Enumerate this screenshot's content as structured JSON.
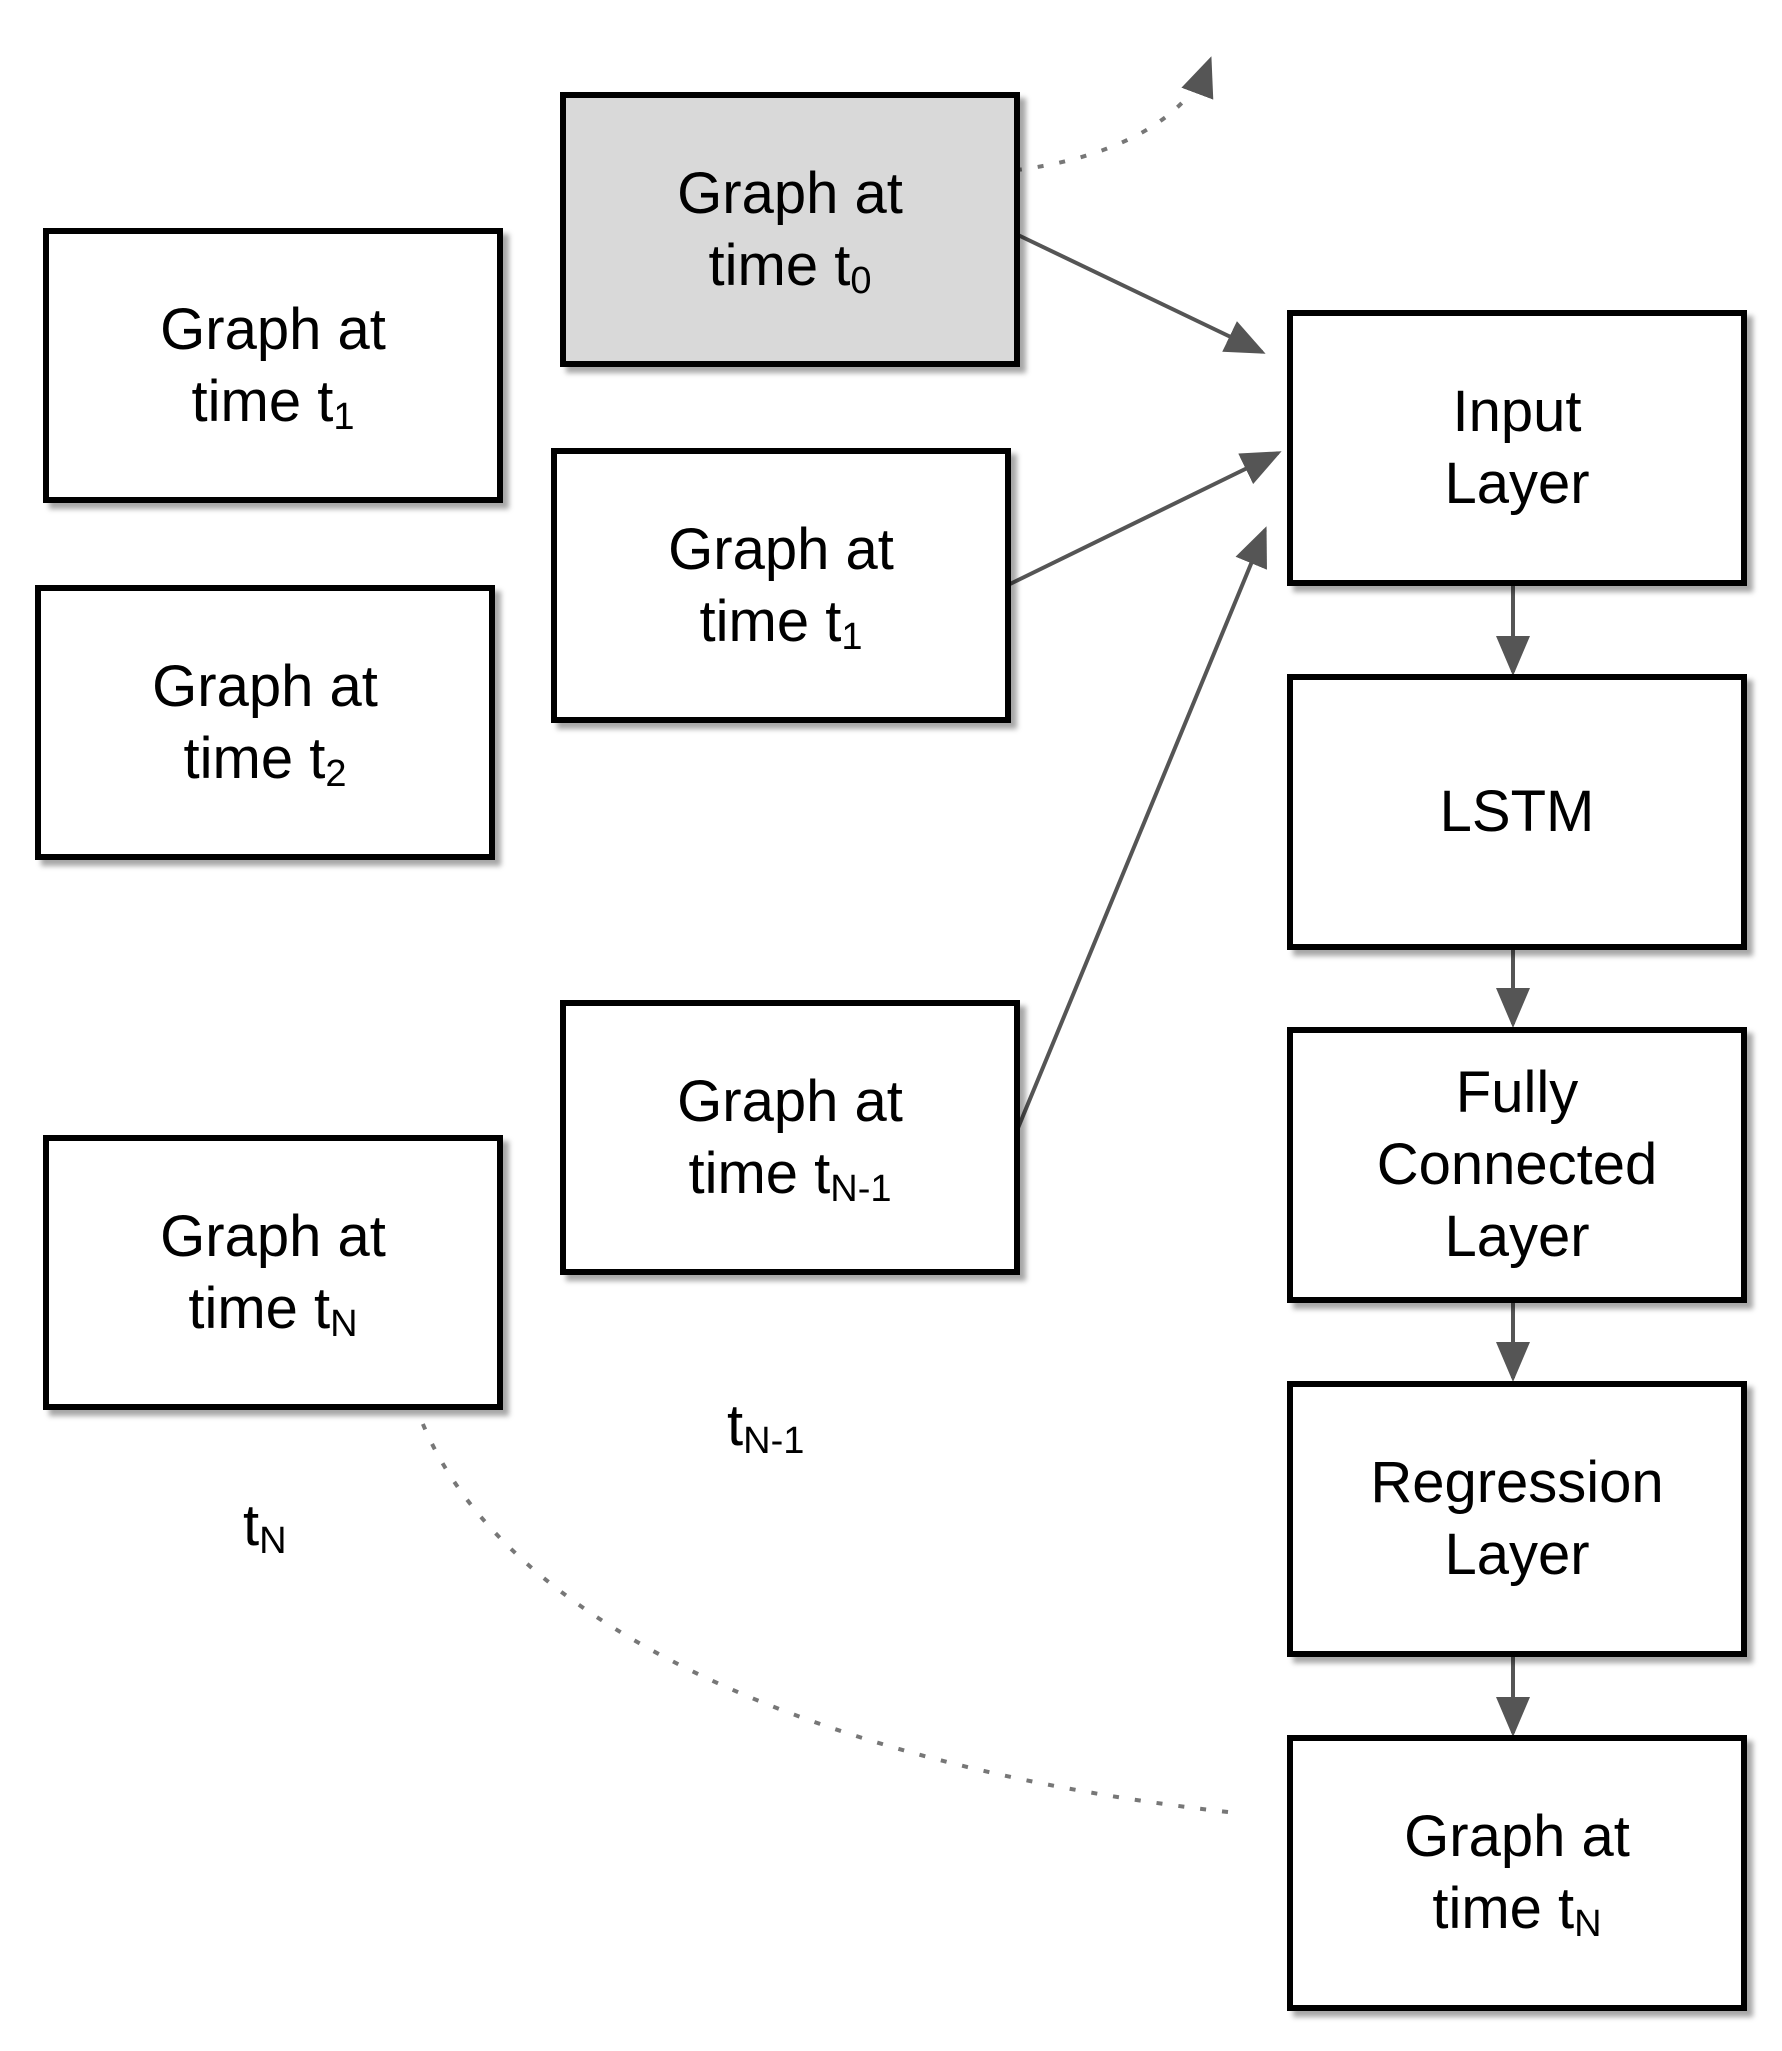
{
  "nodes": {
    "g_t0": {
      "line1": "Graph at",
      "time_word": "time t",
      "sub": "0"
    },
    "g_t1": {
      "line1": "Graph at",
      "time_word": "time t",
      "sub": "1"
    },
    "g_t1_left": {
      "line1": "Graph at",
      "time_word": "time t",
      "sub": "1"
    },
    "g_t2_left": {
      "line1": "Graph at",
      "time_word": "time t",
      "sub": "2"
    },
    "g_tN1": {
      "line1": "Graph at",
      "time_word": "time t",
      "sub": "N-1"
    },
    "g_tN_left": {
      "line1": "Graph at",
      "time_word": "time t",
      "sub": "N"
    },
    "input": {
      "line1": "Input",
      "line2": "Layer"
    },
    "lstm": {
      "line1": "LSTM"
    },
    "fc": {
      "line1": "Fully",
      "line2": "Connected",
      "line3": "Layer"
    },
    "reg": {
      "line1": "Regression",
      "line2": "Layer"
    },
    "g_tN_out": {
      "line1": "Graph at",
      "time_word": "time t",
      "sub": "N"
    }
  },
  "free_labels": {
    "tN1": {
      "base": "t",
      "sub": "N-1"
    },
    "tN": {
      "base": "t",
      "sub": "N"
    }
  },
  "colors": {
    "border": "#000000",
    "shaded_fill": "#d9d9d9",
    "arrow": "#555555"
  }
}
